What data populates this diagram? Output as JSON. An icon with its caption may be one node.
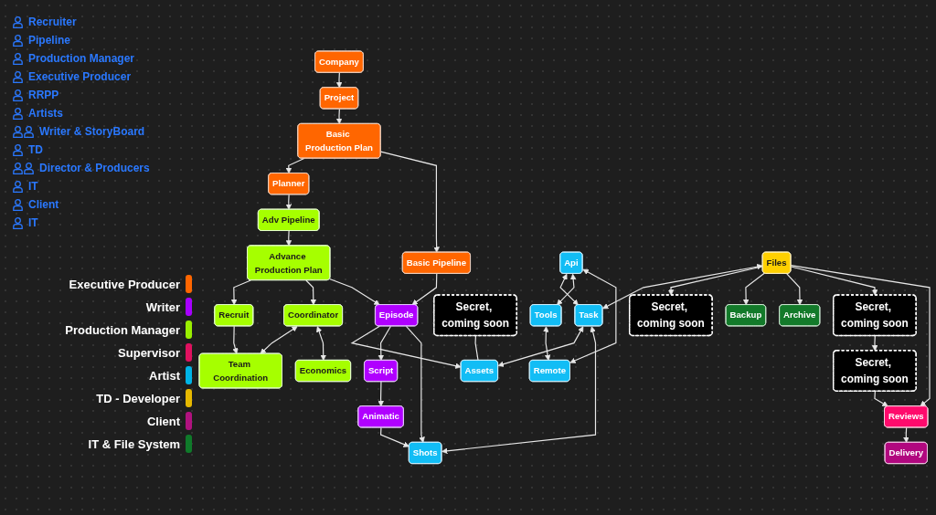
{
  "diagram": {
    "nodes": [
      {
        "text": [
          "Company"
        ]
      },
      {
        "text": [
          "Project"
        ]
      },
      {
        "text": [
          "Basic Production Plan"
        ]
      },
      {
        "text": [
          "Planner"
        ]
      },
      {
        "text": [
          "Adv Pipeline"
        ]
      },
      {
        "text": [
          "Basic Pipeline"
        ]
      },
      {
        "text": [
          "Advance Production Plan"
        ]
      },
      {
        "text": [
          "Recruit"
        ]
      },
      {
        "text": [
          "Team Coordination"
        ]
      },
      {
        "text": [
          "Coordinator"
        ]
      },
      {
        "text": [
          "Economics"
        ]
      },
      {
        "text": [
          "Episode"
        ]
      },
      {
        "text": [
          "Secret, coming soon"
        ]
      },
      {
        "text": [
          "Assets"
        ]
      },
      {
        "text": [
          "Script"
        ]
      },
      {
        "text": [
          "Animatic"
        ]
      },
      {
        "text": [
          "Shots"
        ]
      },
      {
        "text": [
          "Task"
        ]
      },
      {
        "text": [
          "Api"
        ]
      },
      {
        "text": [
          "Tools"
        ]
      },
      {
        "text": [
          "Remote"
        ]
      },
      {
        "text": [
          "Files"
        ]
      },
      {
        "text": [
          "Secret, coming soon"
        ]
      },
      {
        "text": [
          "Backup"
        ]
      },
      {
        "text": [
          "Archive"
        ]
      },
      {
        "text": [
          "Secret, coming soon"
        ]
      },
      {
        "text": [
          "Secret, coming soon"
        ]
      },
      {
        "text": [
          "Reviews"
        ]
      },
      {
        "text": [
          "Delivery"
        ]
      }
    ],
    "edges": [
      {
        "from": 0,
        "to": 1,
        "arrow": "to"
      },
      {
        "from": 1,
        "to": 2,
        "arrow": "to"
      },
      {
        "from": 2,
        "to": 3,
        "arrow": "to"
      },
      {
        "from": 2,
        "to": 5,
        "arrow": "to"
      },
      {
        "from": 3,
        "to": 4,
        "arrow": "to"
      },
      {
        "from": 4,
        "to": 6,
        "arrow": "to"
      },
      {
        "from": 6,
        "to": 7,
        "arrow": "to"
      },
      {
        "from": 7,
        "to": 8,
        "arrow": "to"
      },
      {
        "from": 6,
        "to": 9,
        "arrow": "to"
      },
      {
        "from": 9,
        "to": 8,
        "arrow": "both"
      },
      {
        "from": 9,
        "to": 10,
        "arrow": "both"
      },
      {
        "from": 6,
        "to": 11,
        "arrow": "to"
      },
      {
        "from": 5,
        "to": 11,
        "arrow": "to"
      },
      {
        "from": 11,
        "to": 13,
        "arrow": "to"
      },
      {
        "from": 11,
        "to": 14,
        "arrow": "to"
      },
      {
        "from": 11,
        "to": 16,
        "arrow": "to"
      },
      {
        "from": 14,
        "to": 15,
        "arrow": "to"
      },
      {
        "from": 15,
        "to": 16,
        "arrow": "to"
      },
      {
        "from": 12,
        "to": 13,
        "arrow": "none"
      },
      {
        "from": 17,
        "to": 13,
        "arrow": "both"
      },
      {
        "from": 17,
        "to": 16,
        "arrow": "both"
      },
      {
        "from": 18,
        "to": 17,
        "arrow": "both"
      },
      {
        "from": 18,
        "to": 19,
        "arrow": "both"
      },
      {
        "from": 18,
        "to": 20,
        "arrow": "both"
      },
      {
        "from": 19,
        "to": 20,
        "arrow": "both"
      },
      {
        "from": 21,
        "to": 17,
        "arrow": "both"
      },
      {
        "from": 21,
        "to": 22,
        "arrow": "to"
      },
      {
        "from": 21,
        "to": 23,
        "arrow": "to"
      },
      {
        "from": 21,
        "to": 24,
        "arrow": "to"
      },
      {
        "from": 21,
        "to": 25,
        "arrow": "to"
      },
      {
        "from": 25,
        "to": 26,
        "arrow": "to"
      },
      {
        "from": 26,
        "to": 27,
        "arrow": "to"
      },
      {
        "from": 21,
        "to": 27,
        "arrow": "to"
      },
      {
        "from": 27,
        "to": 28,
        "arrow": "to"
      }
    ],
    "labels": [
      "Recruiter",
      "Pipeline",
      "Production Manager",
      "Executive Producer",
      "RRPP",
      "Artists",
      "Writer & StoryBoard",
      "TD",
      "Director & Producers",
      "IT",
      "Client",
      "IT"
    ],
    "legend": [
      {
        "text": "Executive Producer",
        "color": "#ff6600"
      },
      {
        "text": "Writer",
        "color": "#a800ff"
      },
      {
        "text": "Production Manager",
        "color": "#99ee00"
      },
      {
        "text": "Supervisor",
        "color": "#e0115f"
      },
      {
        "text": "Artist",
        "color": "#00b4e6"
      },
      {
        "text": "TD - Developer",
        "color": "#e6b800"
      },
      {
        "text": "Client",
        "color": "#b0127f"
      },
      {
        "text": "IT & File System",
        "color": "#0f7a2a"
      }
    ]
  }
}
